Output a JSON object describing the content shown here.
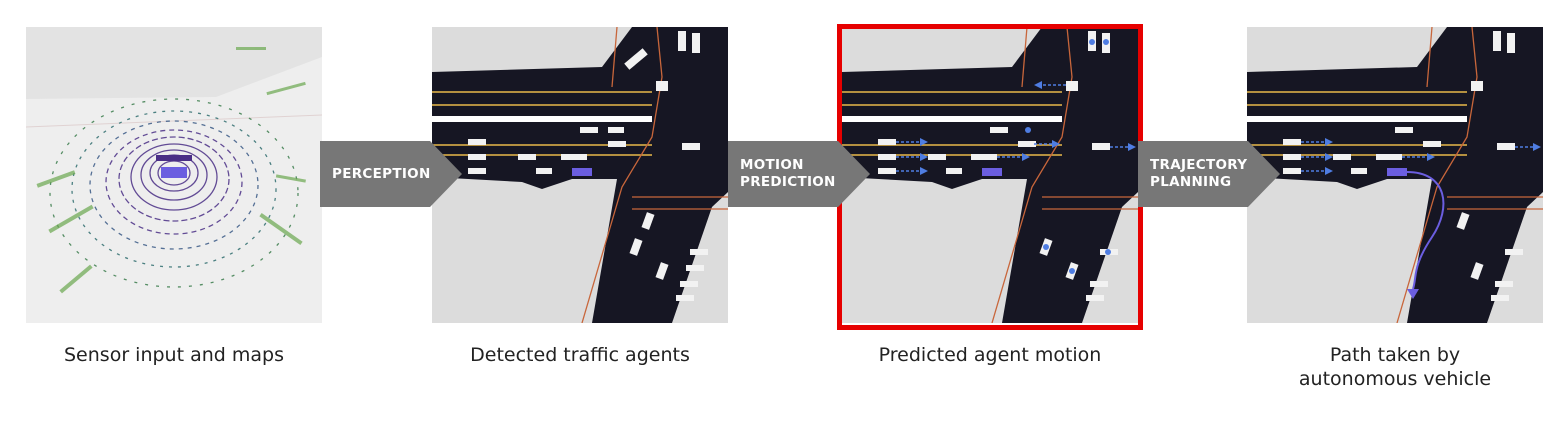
{
  "stages": [
    {
      "id": "sensor",
      "caption": "Sensor input and maps"
    },
    {
      "id": "detected",
      "caption": "Detected traffic agents"
    },
    {
      "id": "motion",
      "caption": "Predicted agent motion"
    },
    {
      "id": "path",
      "caption": "Path taken by autonomous vehicle"
    }
  ],
  "transitions": [
    {
      "lines": [
        "PERCEPTION"
      ]
    },
    {
      "lines": [
        "MOTION",
        "PREDICTION"
      ]
    },
    {
      "lines": [
        "TRAJECTORY",
        "PLANNING"
      ]
    }
  ],
  "colors": {
    "arrow": "#777777",
    "highlight": "#e60000",
    "road": "#161623",
    "ground": "#dcdcdc",
    "lane_line": "#e8b84a",
    "boundary": "#c8663b",
    "ego": "#6b5ee0",
    "prediction": "#4f7de2"
  },
  "highlighted_stage": "motion"
}
